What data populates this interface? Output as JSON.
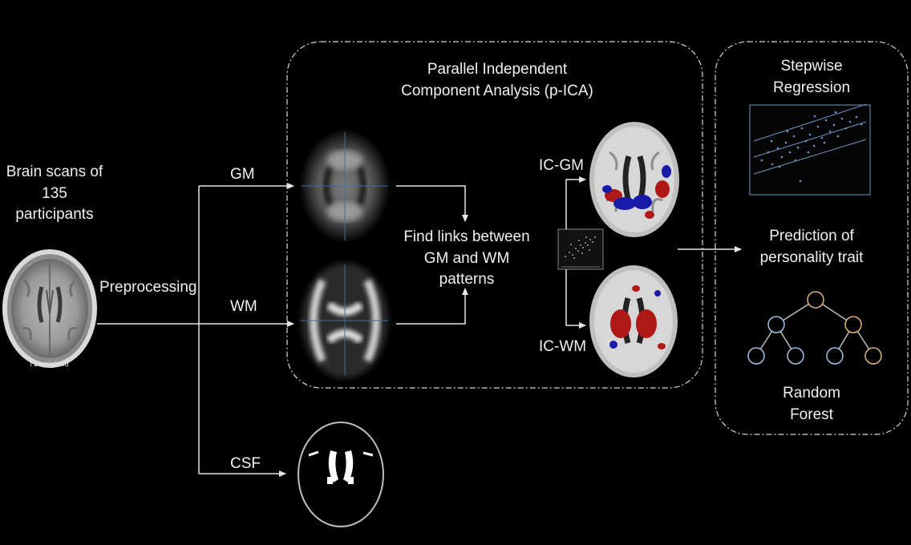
{
  "input": {
    "title_line1": "Brain scans of",
    "title_line2": "135",
    "title_line3": "participants",
    "scan_caption": "T1-weighted"
  },
  "preprocessing_label": "Preprocessing",
  "tissues": {
    "gm": "GM",
    "wm": "WM",
    "csf": "CSF"
  },
  "pica": {
    "title_line1": "Parallel Independent",
    "title_line2": "Component Analysis (p-ICA)",
    "links_line1": "Find links between",
    "links_line2": "GM and WM",
    "links_line3": "patterns",
    "ic_gm": "IC-GM",
    "ic_wm": "IC-WM"
  },
  "models": {
    "stepwise_line1": "Stepwise",
    "stepwise_line2": "Regression",
    "prediction_line1": "Prediction of",
    "prediction_line2": "personality trait",
    "forest_line1": "Random",
    "forest_line2": "Forest"
  },
  "colors": {
    "background": "#000000",
    "line": "#e6e6e6",
    "node_blue": "#9ec3e6",
    "node_orange": "#e2b47a",
    "activation_red": "#b01818",
    "activation_blue": "#1a1aa8"
  }
}
